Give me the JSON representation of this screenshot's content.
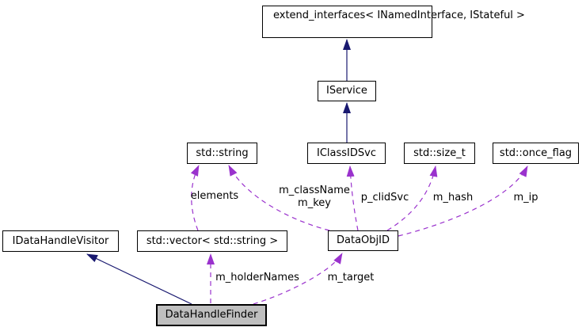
{
  "diagram": {
    "type": "class-collaboration-graph",
    "nodes": {
      "extend_interfaces": {
        "line1": "extend_interfaces<",
        "line2": "INamedInterface, IStateful >"
      },
      "iservice": {
        "label": "IService"
      },
      "std_string": {
        "label": "std::string"
      },
      "iclassidsvc": {
        "label": "IClassIDSvc"
      },
      "std_size_t": {
        "label": "std::size_t"
      },
      "std_once_flag": {
        "label": "std::once_flag"
      },
      "idatahandlevisitor": {
        "label": "IDataHandleVisitor"
      },
      "std_vector_string": {
        "label": "std::vector< std::string >"
      },
      "dataobjid": {
        "label": "DataObjID"
      },
      "datahandlefinder": {
        "label": "DataHandleFinder"
      }
    },
    "edge_labels": {
      "elements": "elements",
      "m_className": "m_className",
      "m_key": "m_key",
      "p_clidSvc": "p_clidSvc",
      "m_hash": "m_hash",
      "m_ip": "m_ip",
      "m_holderNames": "m_holderNames",
      "m_target": "m_target"
    },
    "colors": {
      "inheritance_edge": "#191970",
      "usage_edge": "#9a32cd",
      "node_border": "#000000",
      "node_fill": "#ffffff",
      "focus_node_fill": "#bfbfbf",
      "text": "#000000",
      "background": "#ffffff"
    }
  }
}
